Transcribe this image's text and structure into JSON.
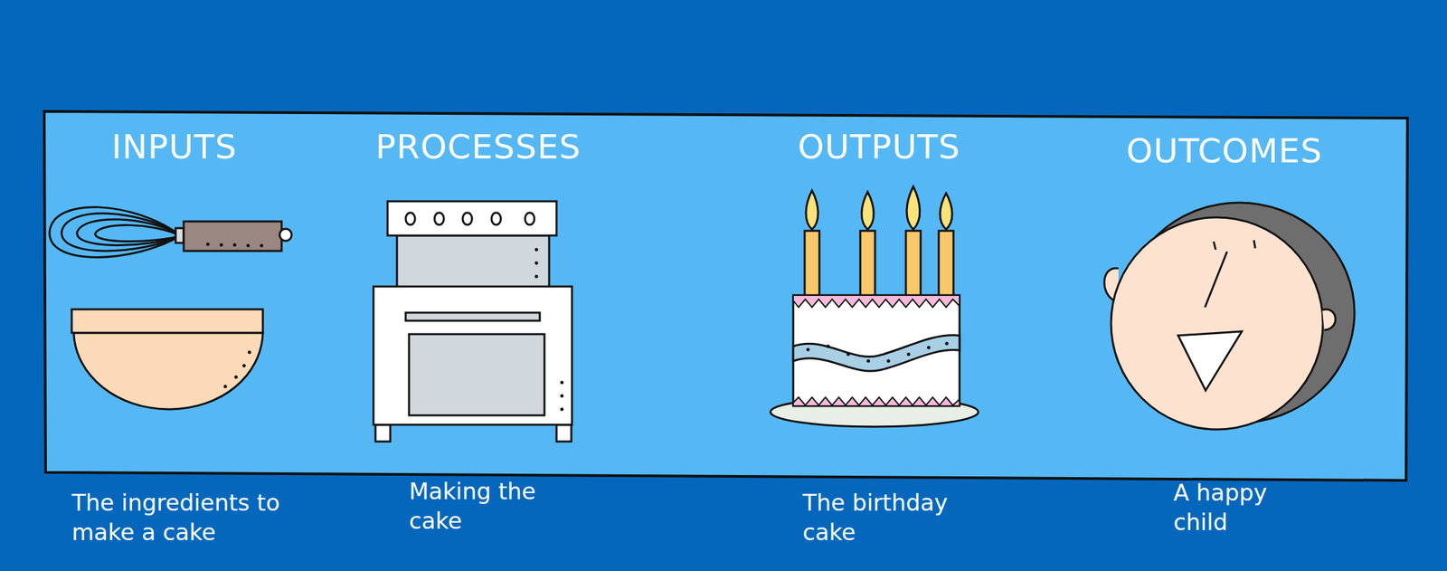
{
  "diagram": {
    "nodes": [
      {
        "text": [
          "INPUTS",
          "The ingredients to make a cake"
        ]
      },
      {
        "text": [
          "PROCESSES",
          "Making the cake"
        ]
      },
      {
        "text": [
          "OUTPUTS",
          "The birthday cake"
        ]
      },
      {
        "text": [
          "OUTCOMES",
          "A happy child"
        ]
      }
    ]
  }
}
